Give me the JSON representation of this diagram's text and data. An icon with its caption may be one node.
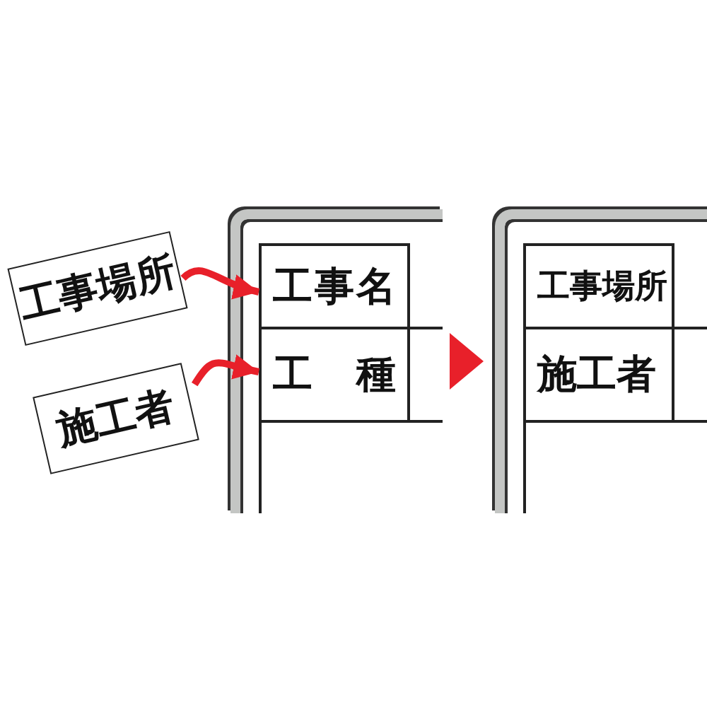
{
  "diagram": {
    "nodes": [
      {
        "text": [
          "工事場所"
        ]
      },
      {
        "text": [
          "施工者"
        ]
      },
      {
        "text": [],
        "shape": "box"
      },
      {
        "text": [
          "工事名"
        ],
        "in": 2
      },
      {
        "text": [
          "工種"
        ],
        "in": 2
      },
      {
        "text": [],
        "shape": "box"
      },
      {
        "text": [
          "工事場所"
        ],
        "in": 5
      },
      {
        "text": [
          "施工者"
        ],
        "in": 5
      }
    ],
    "edges": [
      {
        "from": 0,
        "to": 3,
        "arrow": "to",
        "color": "#e8202a"
      },
      {
        "from": 1,
        "to": 4,
        "arrow": "to",
        "color": "#e8202a"
      },
      {
        "from": 2,
        "to": 5,
        "arrow": "to",
        "color": "#e8202a"
      }
    ]
  }
}
